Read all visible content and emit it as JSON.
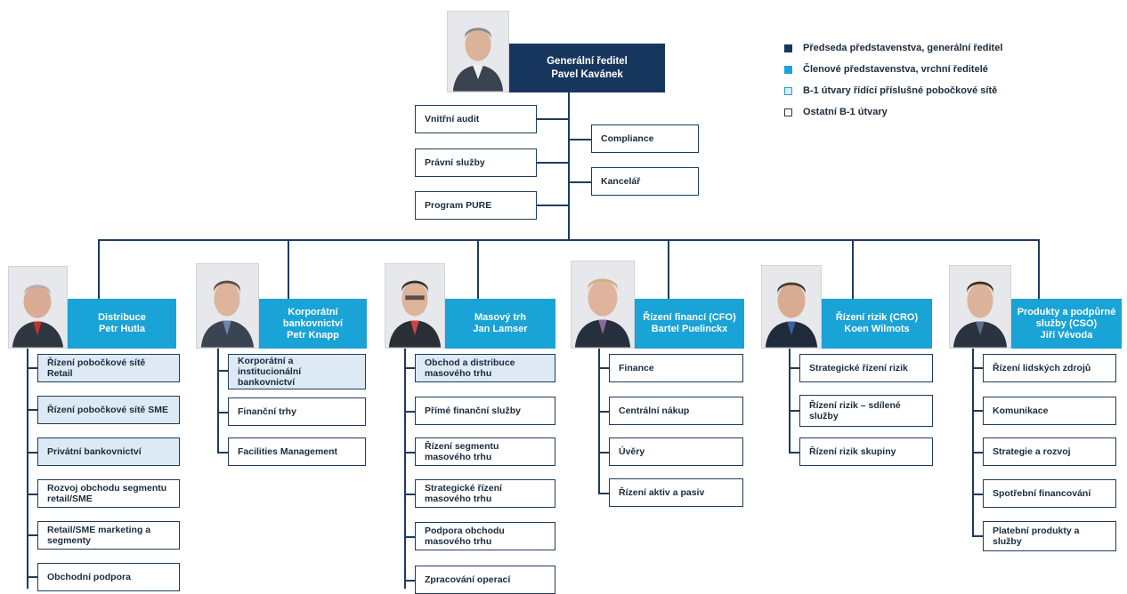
{
  "ceo": {
    "title": "Generální ředitel",
    "name": "Pavel Kavánek"
  },
  "legend": [
    {
      "label": "Předseda představenstva, generální ředitel",
      "swatch": "#17365d"
    },
    {
      "label": "Členové představenstva, vrchní ředitelé",
      "swatch": "#19a3d6"
    },
    {
      "label": "B-1 útvary řídící příslušné pobočkové sítě",
      "swatch": "#dde9f4"
    },
    {
      "label": "Ostatní  B-1 útvary",
      "swatch": "#ffffff"
    }
  ],
  "staff_left": [
    "Vnitřní audit",
    "Právní služby",
    "Program PURE"
  ],
  "staff_right": [
    "Compliance",
    "Kancelář"
  ],
  "divisions": [
    {
      "title": "Distribuce",
      "name": "Petr Hutla",
      "units": [
        "Řízení pobočkové sítě Retail",
        "Řízení pobočkové sítě SME",
        "Privátní bankovnictví",
        "Rozvoj obchodu segmentu retail/SME",
        "Retail/SME marketing  a segmenty",
        "Obchodní podpora"
      ]
    },
    {
      "title": "Korporátní bankovnictví",
      "name": "Petr Knapp",
      "units": [
        "Korporátní a institucionální bankovnictví",
        "Finanční trhy",
        "Facilities Management"
      ]
    },
    {
      "title": "Masový trh",
      "name": "Jan Lamser",
      "units": [
        "Obchod a distribuce masového trhu",
        "Přímé finanční služby",
        "Řízení segmentu masového trhu",
        "Strategické řízení masového trhu",
        "Podpora obchodu masového trhu",
        "Zpracování operací"
      ]
    },
    {
      "title": "Řízení financí (CFO)",
      "name": "Bartel Puelinckx",
      "units": [
        "Finance",
        "Centrální nákup",
        "Úvěry",
        "Řízení aktiv a pasiv"
      ]
    },
    {
      "title": "Řízení rizik (CRO)",
      "name": "Koen Wilmots",
      "units": [
        "Strategické řízení rizik",
        "Řízení rizik – sdílené služby",
        "Řízení rizik skupiny"
      ]
    },
    {
      "title": "Produkty a podpůrné služby (CSO)",
      "name": "Jiří Vévoda",
      "units": [
        "Řízení lidských zdrojů",
        "Komunikace",
        "Strategie a rozvoj",
        "Spotřební financování",
        "Platební produkty a služby"
      ]
    }
  ]
}
